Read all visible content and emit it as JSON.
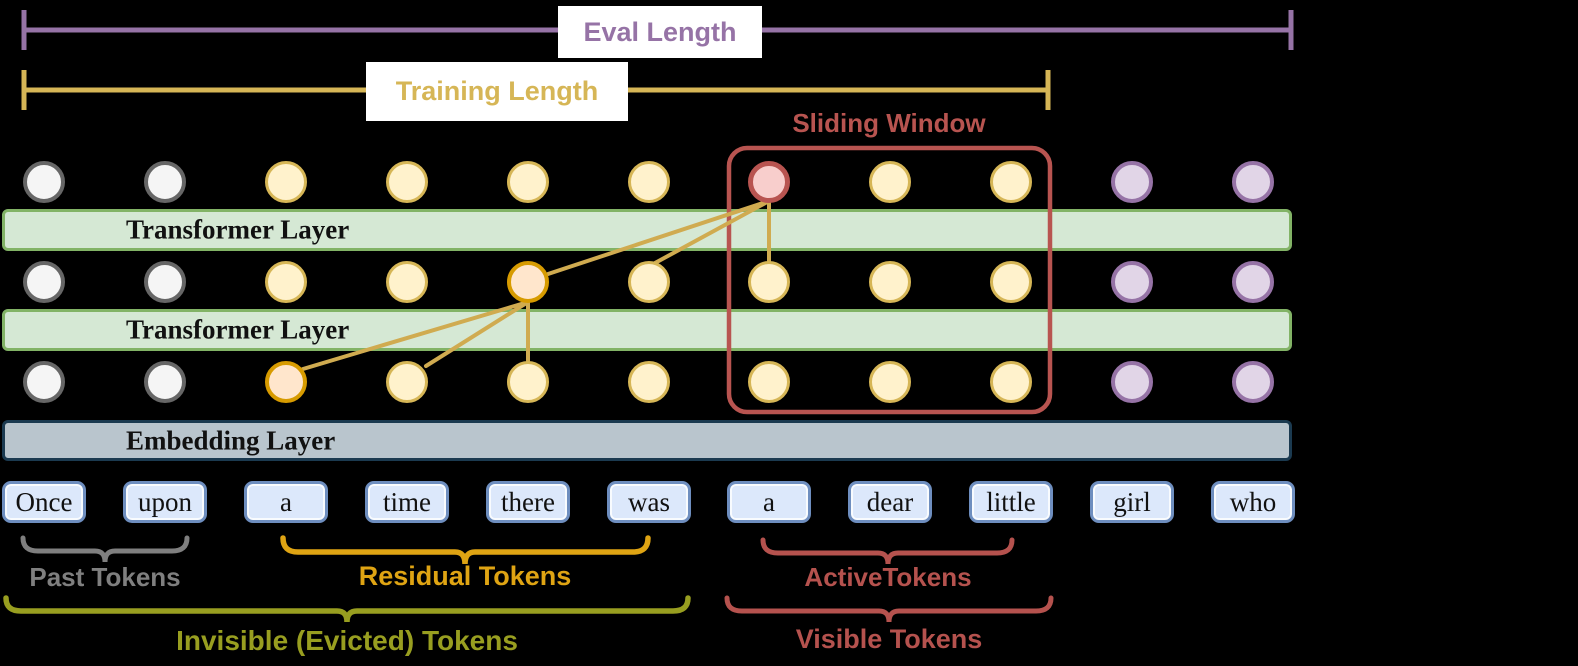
{
  "colors": {
    "bg": "#000000",
    "eval_purple": "#9673a6",
    "training_gold": "#d6b656",
    "window_red": "#b85450",
    "attn_gold": "#d0ab50",
    "past_gray": "#7f7f7f",
    "residual_gold": "#dfa413",
    "active_red": "#b5524e",
    "olive": "#989e20",
    "green_fill": "#d5e8d4",
    "green_stroke": "#82b366",
    "embed_fill": "#b9c5cd",
    "embed_stroke": "#1b3a50",
    "token_fill": "#dce8fb",
    "token_stroke": "#6e8ebf",
    "node_yellow_fill": "#fff2cc",
    "node_yellow_stroke": "#d6b656",
    "node_gray_fill": "#f5f5f5",
    "node_gray_stroke": "#666666",
    "node_purple_fill": "#e1d5e7",
    "node_purple_stroke": "#9673a6",
    "node_orange_fill": "#ffe6cc",
    "node_orange_stroke": "#d79b00",
    "node_pink_fill": "#f8cecc",
    "node_pink_stroke": "#b85450",
    "label_bg": "#ffffff"
  },
  "measures": {
    "eval": "Eval Length",
    "training": "Training Length"
  },
  "sliding_window_label": "Sliding Window",
  "layers": {
    "transformer1": "Transformer Layer",
    "transformer2": "Transformer Layer",
    "embedding": "Embedding Layer"
  },
  "tokens": [
    "Once",
    "upon",
    "a",
    "time",
    "there",
    "was",
    "a",
    "dear",
    "little",
    "girl",
    "who"
  ],
  "node_grid": [
    [
      "gray",
      "gray",
      "yellow",
      "yellow",
      "yellow",
      "yellow",
      "pink",
      "yellow",
      "yellow",
      "purple",
      "purple"
    ],
    [
      "gray",
      "gray",
      "yellow",
      "yellow",
      "orange",
      "yellow",
      "yellow",
      "yellow",
      "yellow",
      "purple",
      "purple"
    ],
    [
      "gray",
      "gray",
      "orange",
      "yellow",
      "yellow",
      "yellow",
      "yellow",
      "yellow",
      "yellow",
      "purple",
      "purple"
    ]
  ],
  "braces": [
    {
      "id": "past",
      "label": "Past Tokens"
    },
    {
      "id": "residual",
      "label": "Residual Tokens"
    },
    {
      "id": "active",
      "label": "ActiveTokens"
    },
    {
      "id": "invisible",
      "label": "Invisible (Evicted) Tokens"
    },
    {
      "id": "visible",
      "label": "Visible Tokens"
    }
  ]
}
